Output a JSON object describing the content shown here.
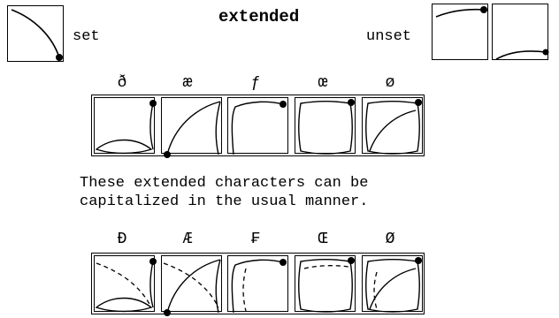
{
  "header": {
    "title": "extended",
    "set_label": "set",
    "unset_label": "unset"
  },
  "row1": {
    "chars": [
      "ð",
      "æ",
      "ƒ",
      "œ",
      "ø"
    ]
  },
  "note": {
    "line1": "These extended characters can be",
    "line2": "capitalized in the usual manner."
  },
  "row2": {
    "chars": [
      "Ð",
      "Æ",
      "₣",
      "Œ",
      "Ø"
    ]
  }
}
